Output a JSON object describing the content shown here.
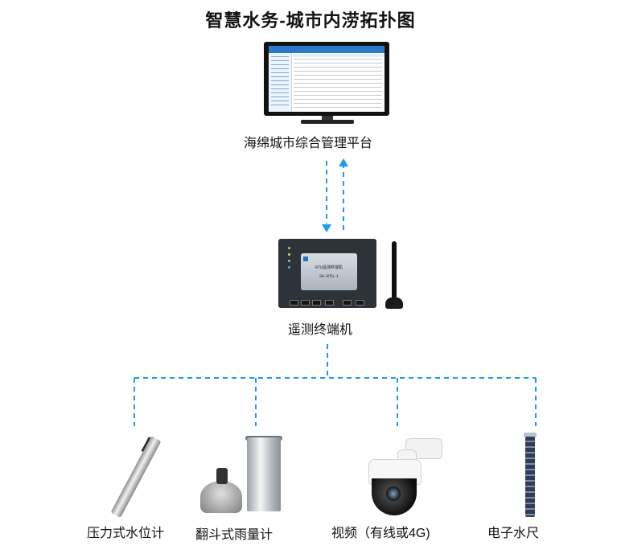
{
  "title": "智慧水务-城市内涝拓扑图",
  "platform": {
    "label": "海绵城市综合管理平台"
  },
  "terminal": {
    "label": "遥测终端机",
    "panel_title": "RTU遥测终端机",
    "panel_model": "SH-RTU-1"
  },
  "devices": [
    {
      "label": "压力式水位计",
      "icon": "pressure-water-level-gauge-icon"
    },
    {
      "label": "翻斗式雨量计",
      "icon": "tipping-bucket-rain-gauge-icon"
    },
    {
      "label": "视频（有线或4G)",
      "icon": "dome-camera-icon"
    },
    {
      "label": "电子水尺",
      "icon": "electronic-staff-gauge-icon"
    }
  ],
  "colors": {
    "connector": "#1e9be8",
    "text": "#111111"
  }
}
